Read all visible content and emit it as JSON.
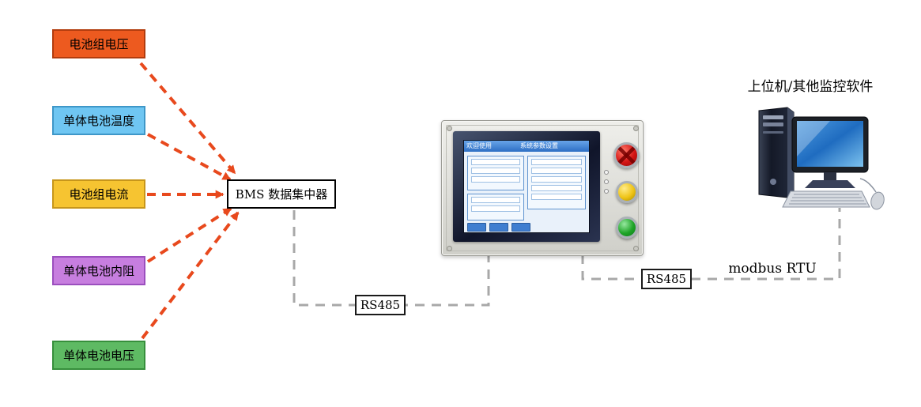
{
  "sources": [
    {
      "label": "电池组电压",
      "fill": "#ED5A1F",
      "border": "#B23C0E"
    },
    {
      "label": "单体电池温度",
      "fill": "#6FC6F2",
      "border": "#3E97C8"
    },
    {
      "label": "电池组电流",
      "fill": "#F6C431",
      "border": "#C7961B"
    },
    {
      "label": "单体电池内阻",
      "fill": "#C77EDF",
      "border": "#9B4FBE"
    },
    {
      "label": "单体电池电压",
      "fill": "#5EBA63",
      "border": "#378F3C"
    }
  ],
  "concentrator": {
    "label": "BMS 数据集中器"
  },
  "links": {
    "rs485_left": "RS485",
    "rs485_right": "RS485",
    "protocol": "modbus RTU"
  },
  "host": {
    "label": "上位机/其他监控软件"
  },
  "hmi": {
    "screen_header_left": "欢迎使用",
    "screen_title": "系统参数设置"
  },
  "colors": {
    "arrow": "#E8491D",
    "wire": "#A8A8A8"
  }
}
